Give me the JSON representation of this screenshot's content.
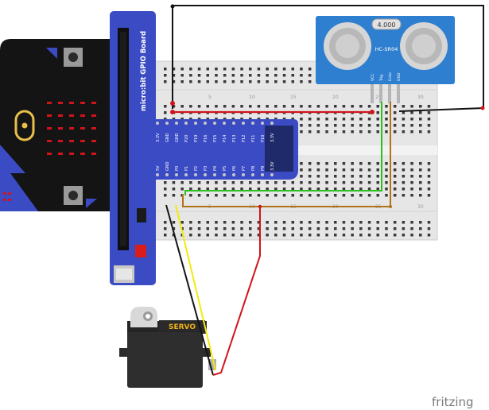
{
  "gpio_board": {
    "title": "micro:bit GPIO Board"
  },
  "breakout": {
    "top_pins": [
      "3.3V",
      "GND",
      "GND",
      "P20",
      "P19",
      "P16",
      "P15",
      "P14",
      "P13",
      "P12",
      "P11",
      "P10",
      "3.3V"
    ],
    "bottom_pins": [
      "5V",
      "GND",
      "P0",
      "P1",
      "P2",
      "P3",
      "P4",
      "P5",
      "P6",
      "P7",
      "P8",
      "P9",
      "3.3V"
    ]
  },
  "breadboard": {
    "column_numbers": [
      "5",
      "10",
      "15",
      "20",
      "25",
      "30"
    ]
  },
  "sensor": {
    "readout": "4.000",
    "model": "HC-SR04",
    "pins": [
      "VCC",
      "Trig",
      "Echo",
      "GND"
    ]
  },
  "servo": {
    "label": "SERVO"
  },
  "watermark": "fritzing",
  "colors": {
    "gpio_board": "#3a4bc4",
    "sensor": "#2f7fd0",
    "wire_red": "#d0141b",
    "wire_black": "#141414",
    "wire_green": "#2cc01e",
    "wire_brown": "#b07318",
    "wire_yellow": "#f2ea10"
  }
}
